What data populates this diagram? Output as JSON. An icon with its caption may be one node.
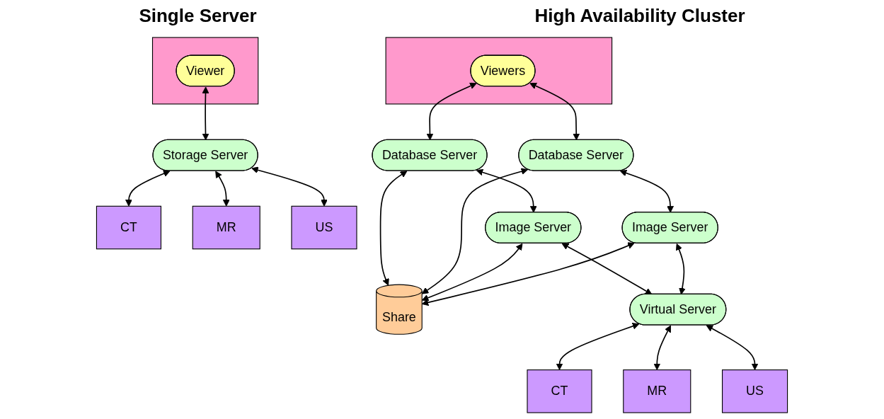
{
  "diagram": {
    "nodes": [
      {
        "text": [],
        "shape": "box"
      },
      {
        "text": [
          "Viewer"
        ],
        "in": 0
      },
      {
        "text": [
          "Storage Server"
        ]
      },
      {
        "text": [
          "CT"
        ]
      },
      {
        "text": [
          "MR"
        ]
      },
      {
        "text": [
          "US"
        ]
      },
      {
        "text": [],
        "shape": "box"
      },
      {
        "text": [
          "Viewers"
        ],
        "in": 6
      },
      {
        "text": [
          "Database Server"
        ]
      },
      {
        "text": [
          "Share"
        ]
      },
      {
        "text": [
          "Database Server"
        ]
      },
      {
        "text": [
          "Image Server"
        ]
      },
      {
        "text": [
          "Image Server"
        ]
      },
      {
        "text": [
          "Virtual Server"
        ]
      },
      {
        "text": [
          "CT"
        ]
      },
      {
        "text": [
          "MR"
        ]
      },
      {
        "text": [
          "US"
        ]
      }
    ],
    "edges": [
      {
        "from": 1,
        "to": 2,
        "arrow": "both"
      },
      {
        "from": 2,
        "to": 3,
        "arrow": "both"
      },
      {
        "from": 2,
        "to": 4,
        "arrow": "both"
      },
      {
        "from": 2,
        "to": 5,
        "arrow": "both"
      },
      {
        "from": 7,
        "to": 8,
        "arrow": "both"
      },
      {
        "from": 7,
        "to": 10,
        "arrow": "both"
      },
      {
        "from": 8,
        "to": 9,
        "arrow": "both"
      },
      {
        "from": 10,
        "to": 9,
        "arrow": "both"
      },
      {
        "from": 8,
        "to": 11,
        "arrow": "both"
      },
      {
        "from": 10,
        "to": 12,
        "arrow": "both"
      },
      {
        "from": 11,
        "to": 9,
        "arrow": "both"
      },
      {
        "from": 12,
        "to": 9,
        "arrow": "both"
      },
      {
        "from": 11,
        "to": 13,
        "arrow": "both"
      },
      {
        "from": 12,
        "to": 13,
        "arrow": "both"
      },
      {
        "from": 13,
        "to": 14,
        "arrow": "both"
      },
      {
        "from": 13,
        "to": 15,
        "arrow": "both"
      },
      {
        "from": 13,
        "to": 16,
        "arrow": "both"
      }
    ],
    "labels": [
      "Single Server",
      "High Availability Cluster"
    ]
  }
}
